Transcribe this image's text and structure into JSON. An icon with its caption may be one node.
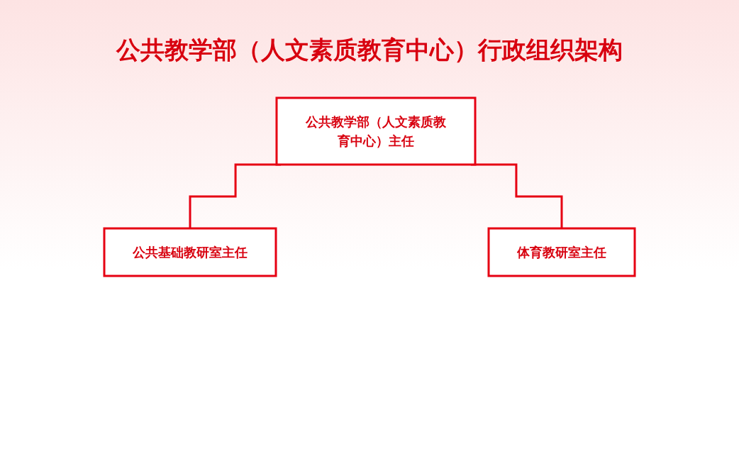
{
  "diagram": {
    "title": "公共教学部（人文素质教育中心）行政组织架构",
    "nodes": [
      {
        "text": [
          "公共教学部（人文素质教育中心）主任"
        ]
      },
      {
        "text": [
          "公共基础教研室主任"
        ]
      },
      {
        "text": [
          "体育教研室主任"
        ]
      }
    ],
    "edges": [
      {
        "from": 0,
        "to": 1,
        "arrow": "none"
      },
      {
        "from": 0,
        "to": 2,
        "arrow": "none"
      }
    ]
  }
}
